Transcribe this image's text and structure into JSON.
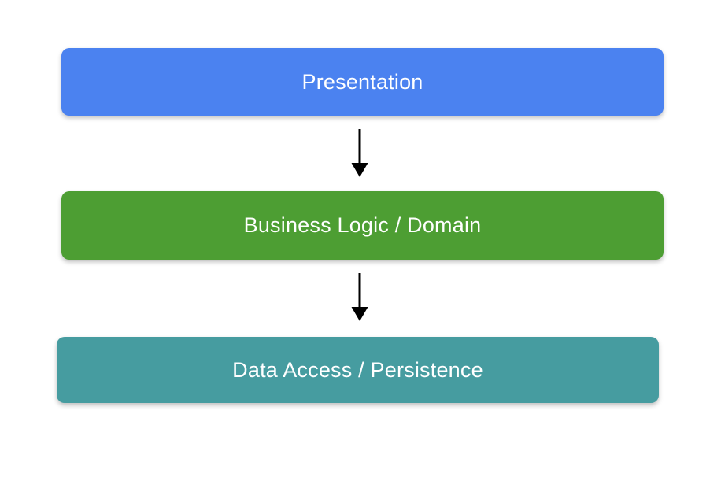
{
  "diagram": {
    "type": "layered-architecture-flow",
    "background": "#FFFFFF",
    "text_color": "#FFFFFF",
    "arrow_color": "#000000",
    "layers": [
      {
        "label": "Presentation",
        "fill": "#4B82F0"
      },
      {
        "label": "Business Logic / Domain",
        "fill": "#4D9E33"
      },
      {
        "label": "Data Access / Persistence",
        "fill": "#469CA0"
      }
    ],
    "connections": [
      {
        "from": "Presentation",
        "to": "Business Logic / Domain",
        "style": "arrow-down"
      },
      {
        "from": "Business Logic / Domain",
        "to": "Data Access / Persistence",
        "style": "arrow-down"
      }
    ]
  }
}
